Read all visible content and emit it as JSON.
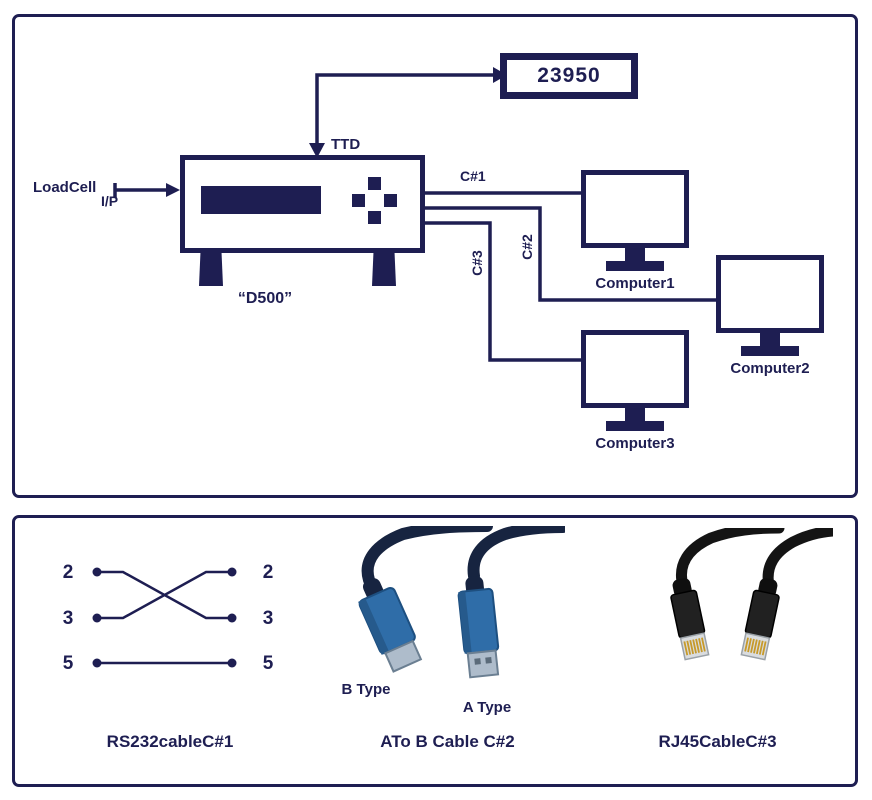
{
  "colors": {
    "navy": "#1e1e52",
    "usb_blue": "#2f6da8",
    "usb_blue_dark": "#1d4f80",
    "cable_dark": "#172440",
    "metal": "#aebccb",
    "metal_dark": "#6b7f92",
    "gold": "#c79a2a"
  },
  "diagram": {
    "display_value": "23950",
    "ttd": "TTD",
    "loadcell": "LoadCell",
    "ip": "I/P",
    "device": "“D500”",
    "cable1": "C#1",
    "cable2": "C#2",
    "cable3": "C#3",
    "computers": [
      "Computer1",
      "Computer2",
      "Computer3"
    ]
  },
  "cables_panel": {
    "rs232": {
      "pins_left": [
        "2",
        "3",
        "5"
      ],
      "pins_right": [
        "2",
        "3",
        "5"
      ],
      "caption": "RS232cableC#1"
    },
    "usb": {
      "b_label": "B Type",
      "a_label": "A Type",
      "caption": "ATo B Cable C#2"
    },
    "rj45": {
      "caption": "RJ45CableC#3"
    }
  }
}
